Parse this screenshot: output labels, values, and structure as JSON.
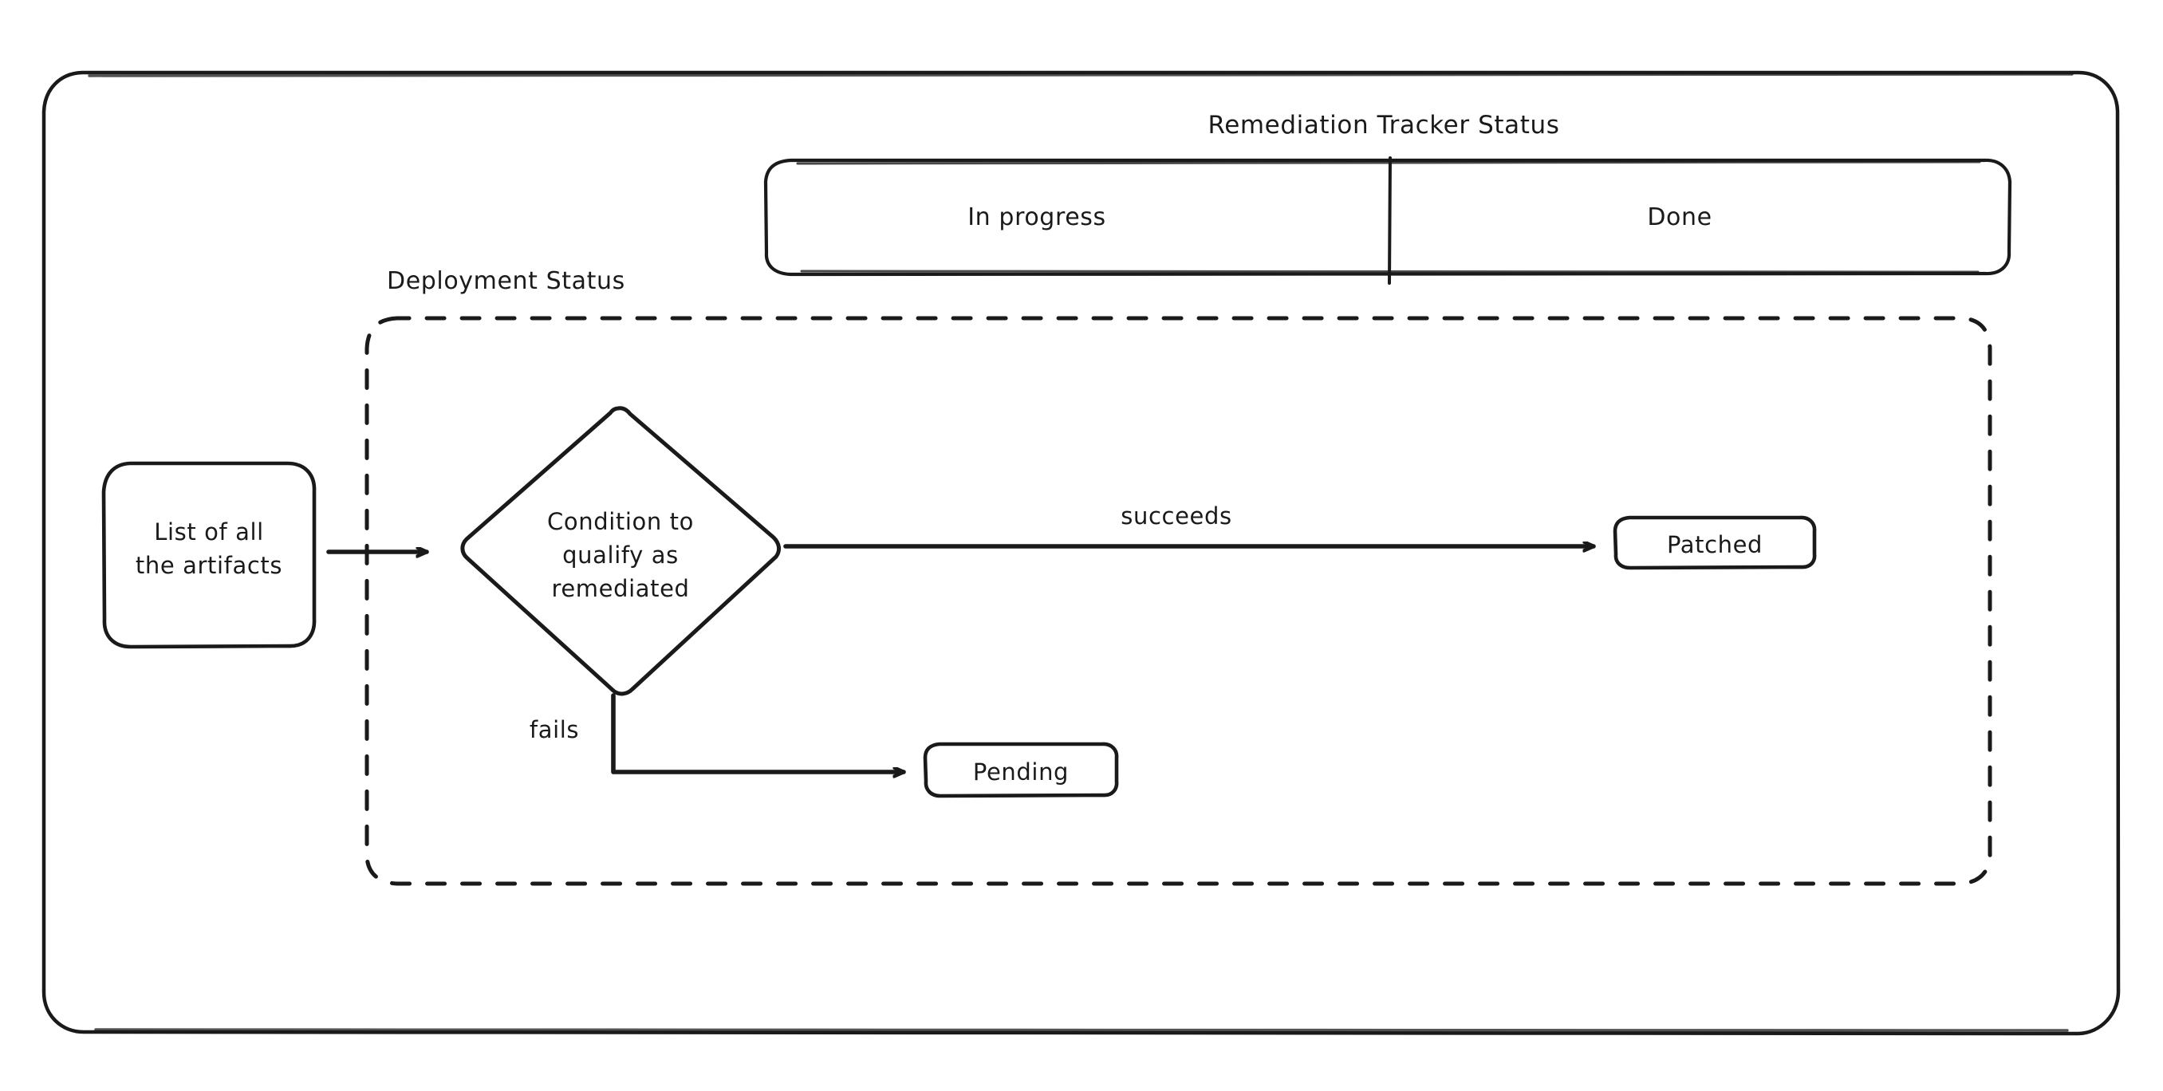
{
  "diagram": {
    "title": "Remediation Tracker Status",
    "outer_container_name": "remediation-tracker-status-container",
    "swimlanes": [
      {
        "id": "in-progress",
        "label": "In progress"
      },
      {
        "id": "done",
        "label": "Done"
      }
    ],
    "groups": [
      {
        "id": "deployment-status",
        "label": "Deployment Status",
        "border": "dashed"
      }
    ],
    "nodes": [
      {
        "id": "artifact-list",
        "label_line1": "List of all",
        "label_line2": "the artifacts",
        "shape": "rounded-rect"
      },
      {
        "id": "condition",
        "label_line1": "Condition to",
        "label_line2": "qualify as",
        "label_line3": "remediated",
        "shape": "diamond"
      },
      {
        "id": "patched",
        "label": "Patched",
        "shape": "rounded-rect"
      },
      {
        "id": "pending",
        "label": "Pending",
        "shape": "rounded-rect"
      }
    ],
    "edges": [
      {
        "id": "artifacts-to-condition",
        "label": "",
        "from": "artifact-list",
        "to": "condition"
      },
      {
        "id": "condition-to-patched",
        "label": "succeeds",
        "from": "condition",
        "to": "patched"
      },
      {
        "id": "condition-to-pending",
        "label": "fails",
        "from": "condition",
        "to": "pending"
      }
    ],
    "colors": {
      "stroke": "#1a1a1a",
      "background": "#ffffff",
      "text": "#1a1a1a"
    }
  }
}
